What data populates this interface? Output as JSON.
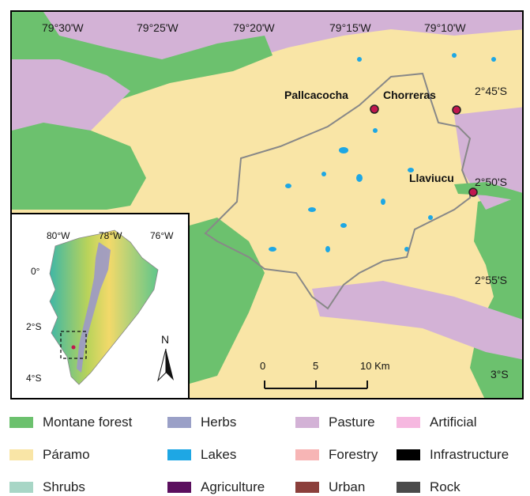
{
  "map": {
    "top_labels": [
      "79°30'W",
      "79°25'W",
      "79°20'W",
      "79°15'W",
      "79°10'W"
    ],
    "right_labels": [
      "2°45'S",
      "2°50'S",
      "2°55'S",
      "3°S"
    ],
    "sites": [
      {
        "name": "Pallcacocha"
      },
      {
        "name": "Chorreras"
      },
      {
        "name": "Llaviucu"
      }
    ],
    "scale": {
      "ticks": [
        "0",
        "5",
        "10 Km"
      ]
    },
    "north_label": "N",
    "colors": {
      "montane_forest": "#6cc16e",
      "paramo": "#f9e5a6",
      "pasture": "#d3b2d6",
      "lakes": "#1ea7e4",
      "boundary": "#888888",
      "site_marker": "#c0174f"
    }
  },
  "inset": {
    "top_labels": [
      "80°W",
      "78°W",
      "76°W"
    ],
    "left_labels": [
      "0°",
      "2°S",
      "4°S"
    ]
  },
  "legend": [
    {
      "label": "Montane forest",
      "color": "#6cc16e"
    },
    {
      "label": "Herbs",
      "color": "#9aa0c7"
    },
    {
      "label": "Pasture",
      "color": "#d3b2d6"
    },
    {
      "label": "Artificial",
      "color": "#f6b8e0"
    },
    {
      "label": "Páramo",
      "color": "#f9e5a6"
    },
    {
      "label": "Lakes",
      "color": "#1ea7e4"
    },
    {
      "label": "Forestry",
      "color": "#f7b5b5"
    },
    {
      "label": "Infrastructure",
      "color": "#000000"
    },
    {
      "label": "Shrubs",
      "color": "#a8d6c6"
    },
    {
      "label": "Agriculture",
      "color": "#5b0f5e"
    },
    {
      "label": "Urban",
      "color": "#8b3f3b"
    },
    {
      "label": "Rock",
      "color": "#4a4a4a"
    }
  ]
}
